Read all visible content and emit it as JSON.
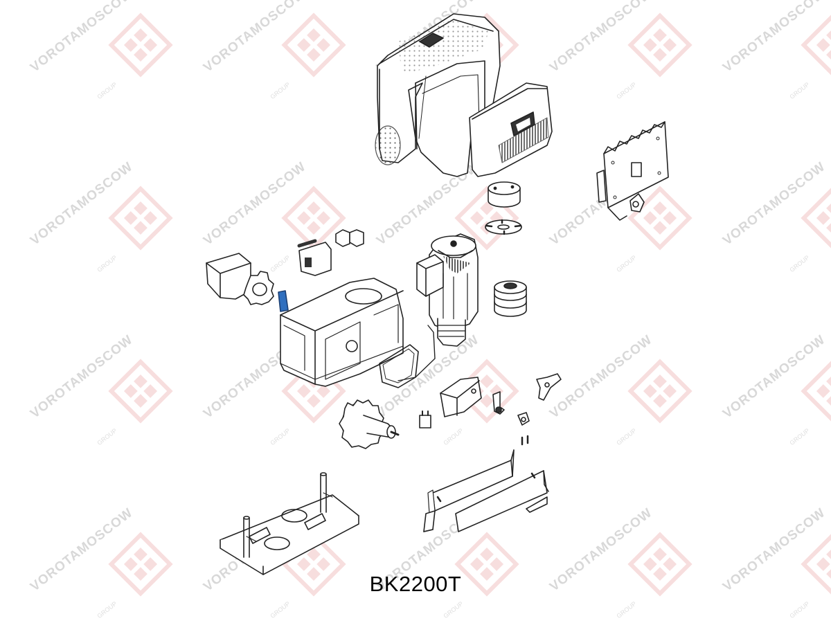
{
  "caption": "BK2200T",
  "watermark": {
    "brand": "VOROTAMOSCOW",
    "sub": "GROUP"
  },
  "colors": {
    "line": "#222222",
    "fill": "#ffffff",
    "shade": "#cfcfcf",
    "highlight": "#2f6fbf",
    "watermark_text": "#d8d8d8",
    "watermark_logo": "#f2c4c4"
  },
  "parts": [
    {
      "name": "cover",
      "label": ""
    },
    {
      "name": "side-cover",
      "label": ""
    },
    {
      "name": "control-board-bracket",
      "label": ""
    },
    {
      "name": "encoder-disc",
      "label": ""
    },
    {
      "name": "motor",
      "label": ""
    },
    {
      "name": "worm-gear",
      "label": ""
    },
    {
      "name": "gearbox-housing",
      "label": ""
    },
    {
      "name": "pinion-gear",
      "label": ""
    },
    {
      "name": "release-cover",
      "label": ""
    },
    {
      "name": "base-plate",
      "label": ""
    },
    {
      "name": "mounting-brackets",
      "label": ""
    }
  ]
}
